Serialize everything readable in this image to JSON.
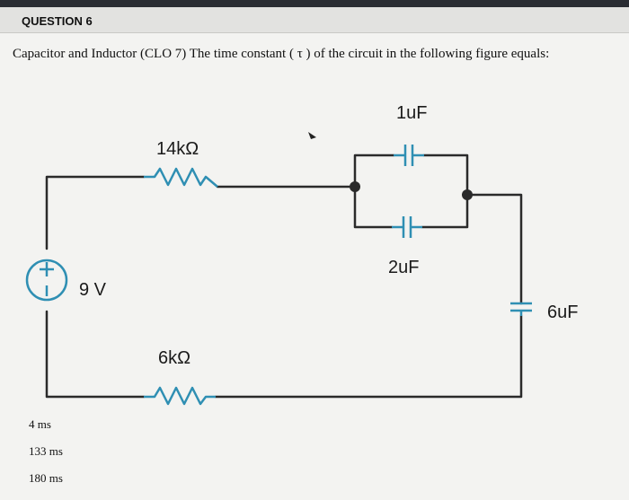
{
  "question": {
    "title": "QUESTION 6",
    "text": "Capacitor and Inductor (CLO 7) The time constant ( τ ) of the circuit in the following figure equals:"
  },
  "figure": {
    "source_label": "9 V",
    "r1_label": "14kΩ",
    "r2_label": "6kΩ",
    "c1_label": "1uF",
    "c2_label": "2uF",
    "c3_label": "6uF"
  },
  "options": [
    "4 ms",
    "133 ms",
    "180 ms"
  ],
  "colors": {
    "wire": "#2a2a2a",
    "component": "#2f8fb3"
  }
}
